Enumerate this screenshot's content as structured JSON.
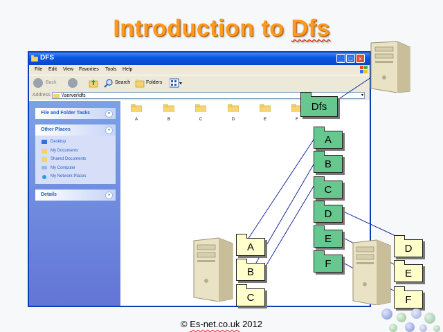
{
  "slide": {
    "title_pre": "Introduction to ",
    "title_word": "Dfs",
    "copyright_pre": "© ",
    "copyright_word": "Es-net.co.uk",
    "copyright_post": " 2012"
  },
  "window": {
    "title": "DFS",
    "controls": {
      "minimize": "_",
      "maximize": "□",
      "close": "×"
    },
    "menu": [
      "File",
      "Edit",
      "View",
      "Favorites",
      "Tools",
      "Help"
    ],
    "toolbar": {
      "back": "Back",
      "search": "Search",
      "folders": "Folders"
    },
    "address": {
      "label": "Address",
      "value": "\\\\server\\dfs"
    },
    "tasks": {
      "file_folder": "File and Folder Tasks",
      "other_places": "Other Places",
      "other_places_items": [
        "Desktop",
        "My Documents",
        "Shared Documents",
        "My Computer",
        "My Network Places"
      ],
      "details": "Details"
    },
    "folders": [
      "A",
      "B",
      "C",
      "D",
      "E",
      "F"
    ]
  },
  "diagram": {
    "root": "Dfs",
    "links": [
      "A",
      "B",
      "C",
      "D",
      "E",
      "F"
    ],
    "server_left": [
      "A",
      "B",
      "C"
    ],
    "server_right": [
      "D",
      "E",
      "F"
    ]
  },
  "colors": {
    "title": "#ff9a1f",
    "link_folder": "#66c88e",
    "share_folder": "#ffffcc",
    "xp_blue": "#0a58e0"
  }
}
